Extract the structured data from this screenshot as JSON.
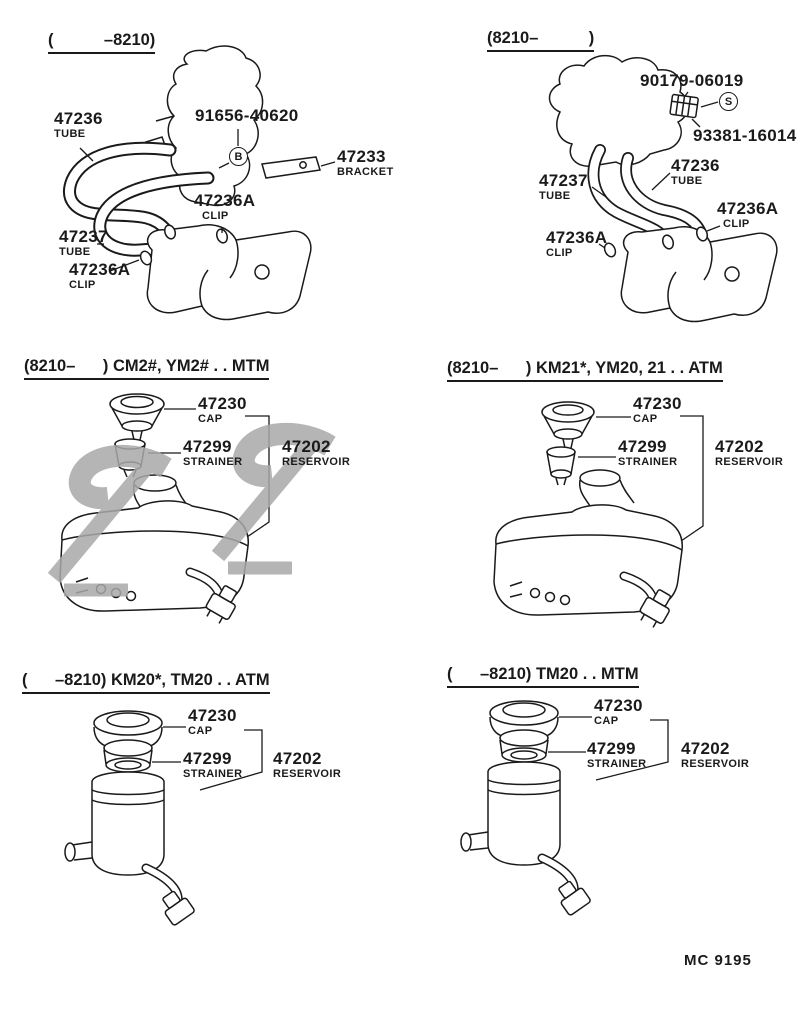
{
  "page": {
    "footer_code": "MC  9195",
    "ink_color": "#1a1a1a",
    "watermark_color": "#a9a9a9"
  },
  "sections": {
    "top_left": {
      "header": "(           –8210)",
      "circle_marker": "B",
      "labels": {
        "tube1": {
          "part": "47236",
          "desc": "TUBE"
        },
        "grommet": {
          "part": "91656-40620",
          "desc": ""
        },
        "bracket": {
          "part": "47233",
          "desc": "BRACKET"
        },
        "clip_upper": {
          "part": "47236A",
          "desc": "CLIP"
        },
        "tube2": {
          "part": "47237",
          "desc": "TUBE"
        },
        "clip_lower": {
          "part": "47236A",
          "desc": "CLIP"
        }
      }
    },
    "top_right": {
      "header": "(8210–           )",
      "circle_marker": "S",
      "labels": {
        "fastener1": {
          "part": "90179-06019",
          "desc": ""
        },
        "fastener2": {
          "part": "93381-16014",
          "desc": ""
        },
        "tube1": {
          "part": "47236",
          "desc": "TUBE"
        },
        "tube2": {
          "part": "47237",
          "desc": "TUBE"
        },
        "clip_right": {
          "part": "47236A",
          "desc": "CLIP"
        },
        "clip_left": {
          "part": "47236A",
          "desc": "CLIP"
        }
      }
    },
    "mid_left": {
      "header": "(8210–      ) CM2#, YM2# . . MTM",
      "labels": {
        "cap": {
          "part": "47230",
          "desc": "CAP"
        },
        "strainer": {
          "part": "47299",
          "desc": "STRAINER"
        },
        "reservoir": {
          "part": "47202",
          "desc": "RESERVOIR"
        }
      }
    },
    "mid_right": {
      "header": "(8210–      ) KM21*, YM20, 21 . . ATM",
      "labels": {
        "cap": {
          "part": "47230",
          "desc": "CAP"
        },
        "strainer": {
          "part": "47299",
          "desc": "STRAINER"
        },
        "reservoir": {
          "part": "47202",
          "desc": "RESERVOIR"
        }
      }
    },
    "bottom_left": {
      "header": "(      –8210) KM20*, TM20 . . ATM",
      "labels": {
        "cap": {
          "part": "47230",
          "desc": "CAP"
        },
        "strainer": {
          "part": "47299",
          "desc": "STRAINER"
        },
        "reservoir": {
          "part": "47202",
          "desc": "RESERVOIR"
        }
      }
    },
    "bottom_right": {
      "header": "(      –8210) TM20 . . MTM",
      "labels": {
        "cap": {
          "part": "47230",
          "desc": "CAP"
        },
        "strainer": {
          "part": "47299",
          "desc": "STRAINER"
        },
        "reservoir": {
          "part": "47202",
          "desc": "RESERVOIR"
        }
      }
    }
  }
}
